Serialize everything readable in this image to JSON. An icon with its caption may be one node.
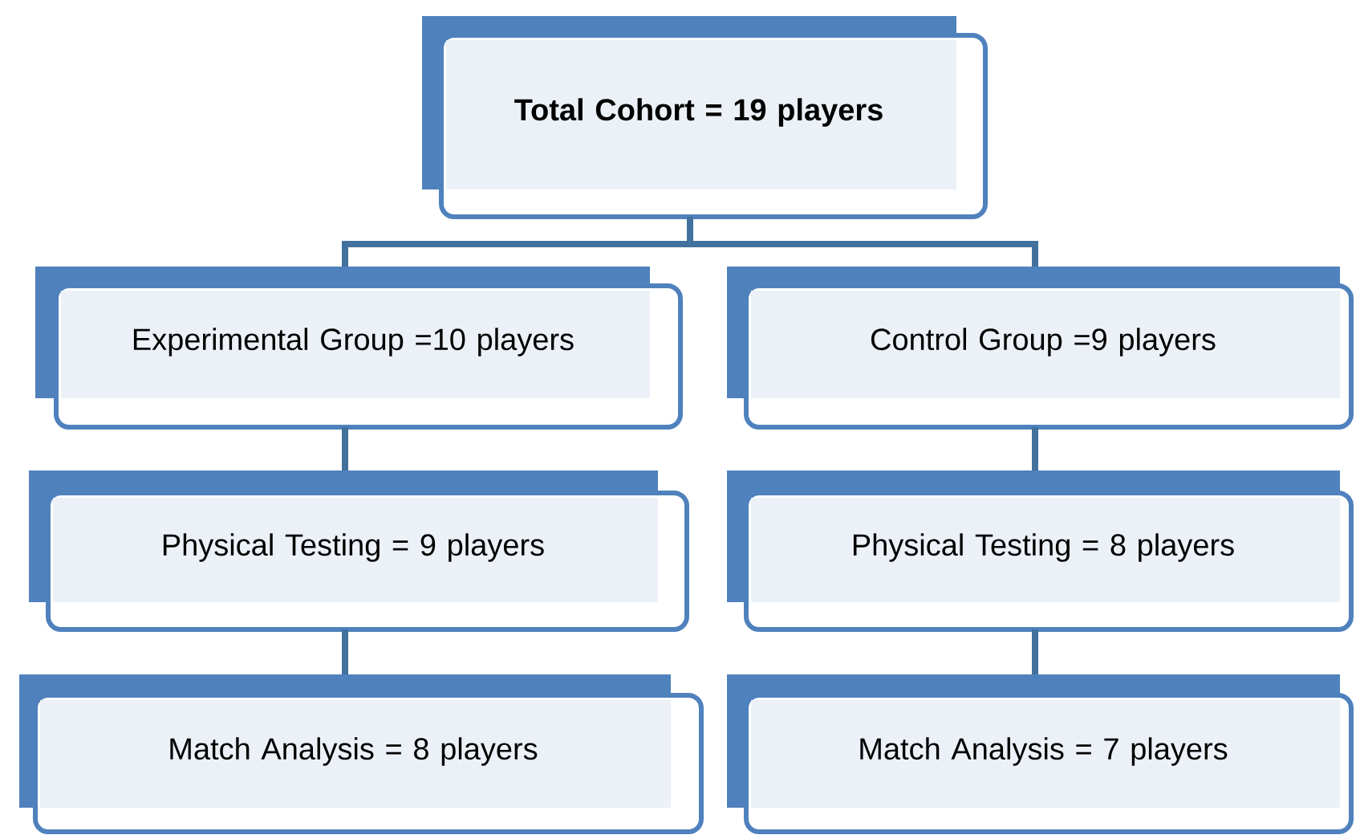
{
  "diagram": {
    "nodes": [
      {
        "text": [
          "Total Cohort = 19 players"
        ]
      },
      {
        "text": [
          "Experimental Group =10 players"
        ]
      },
      {
        "text": [
          "Control Group =9 players"
        ]
      },
      {
        "text": [
          "Physical Testing = 9 players"
        ]
      },
      {
        "text": [
          "Physical Testing = 8 players"
        ]
      },
      {
        "text": [
          "Match Analysis = 8 players"
        ]
      },
      {
        "text": [
          "Match Analysis = 7 players"
        ]
      }
    ],
    "edges": [
      {
        "from": 0,
        "to": 1,
        "arrow": "none"
      },
      {
        "from": 0,
        "to": 2,
        "arrow": "none"
      },
      {
        "from": 1,
        "to": 3,
        "arrow": "none"
      },
      {
        "from": 3,
        "to": 5,
        "arrow": "none"
      },
      {
        "from": 2,
        "to": 4,
        "arrow": "none"
      },
      {
        "from": 4,
        "to": 6,
        "arrow": "none"
      }
    ]
  }
}
